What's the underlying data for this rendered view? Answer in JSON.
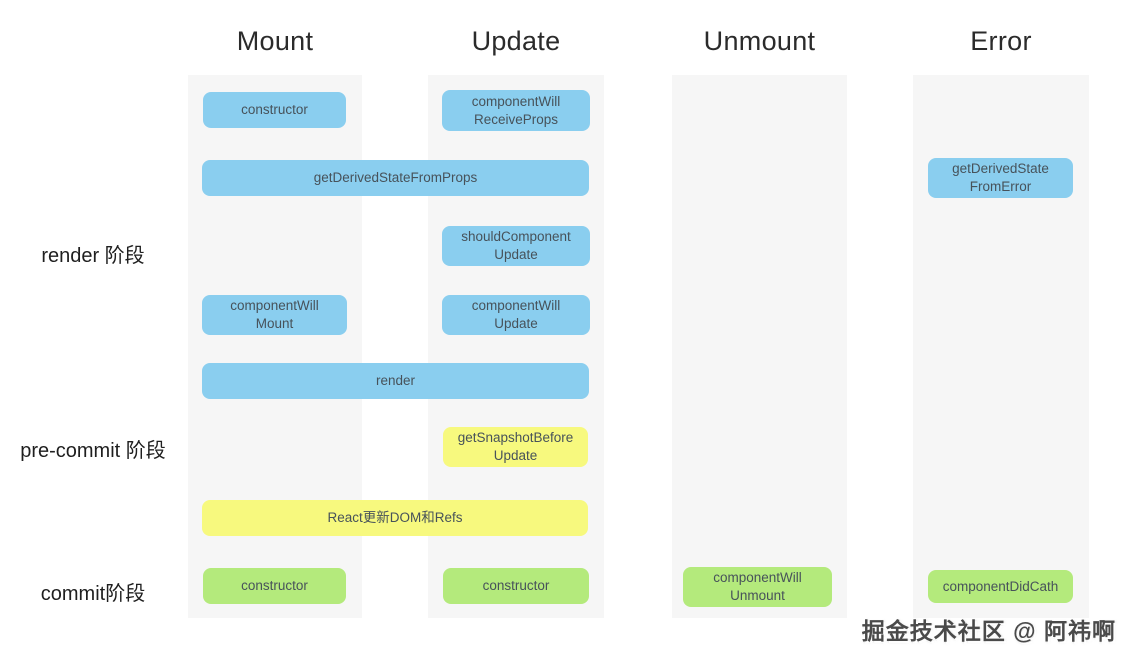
{
  "title": "React lifecycle phases diagram",
  "colors": {
    "blue": "#8aceef",
    "yellow": "#f7f97e",
    "green": "#b4ea7c",
    "column_bg": "#f6f6f6"
  },
  "columns": [
    {
      "label": "Mount"
    },
    {
      "label": "Update"
    },
    {
      "label": "Unmount"
    },
    {
      "label": "Error"
    }
  ],
  "phase_labels": {
    "render": "render 阶段",
    "pre_commit": "pre-commit 阶段",
    "commit": "commit阶段"
  },
  "boxes": {
    "constructor_mount": "constructor",
    "component_will_receive_props": "componentWill\nReceiveProps",
    "get_derived_state_from_props": "getDerivedStateFromProps",
    "get_derived_state_from_error": "getDerivedState\nFromError",
    "should_component_update": "shouldComponent\nUpdate",
    "component_will_mount": "componentWill\nMount",
    "component_will_update": "componentWill\nUpdate",
    "render": "render",
    "get_snapshot_before_update": "getSnapshotBefore\nUpdate",
    "react_update_dom_refs": "React更新DOM和Refs",
    "constructor_commit_mount": "constructor",
    "constructor_commit_update": "constructor",
    "component_will_unmount": "componentWill\nUnmount",
    "component_did_cath": "componentDidCath"
  },
  "watermark": "掘金技术社区 @ 阿祎啊"
}
